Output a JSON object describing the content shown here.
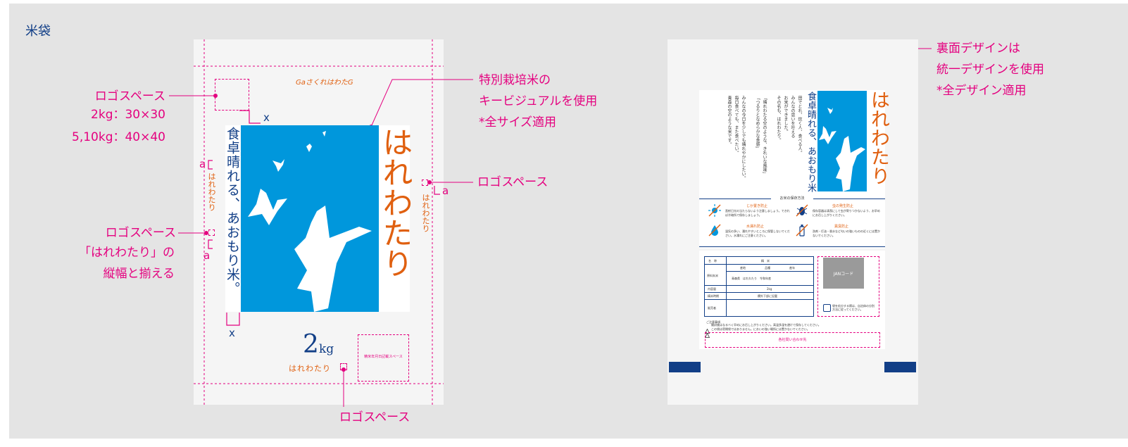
{
  "section_title": "米袋",
  "front": {
    "logo_space_tl_label": "ロゴスペース",
    "logo_size_2kg": "2kg：30×30",
    "logo_size_5kg": "5,10kg：40×40",
    "left_logo_space_label": "ロゴスペース",
    "left_logo_align_1": "「はれわたり」の",
    "left_logo_align_2": "縦幅と揃える",
    "right_logo_space_label": "ロゴスペース",
    "bottom_logo_space_label": "ロゴスペース",
    "keyvisual_label_1": "特別栽培米の",
    "keyvisual_label_2": "キービジュアルを使用",
    "keyvisual_label_3": "*全サイズ適用",
    "mark_x_top": "x",
    "mark_x_bottom": "x",
    "mark_a_left_top": "a",
    "mark_a_left_bottom": "a",
    "mark_a_right": "a",
    "top_brand_script": "GaさくれはわたG",
    "left_vertical_brand": "はれわたり",
    "right_vertical_brand": "はれわたり",
    "catch_copy": "食卓晴れる、あおもり米。",
    "product_name": "はれわたり",
    "weight_number": "2",
    "weight_unit": "kg",
    "bottom_brand": "はれわたり",
    "date_box_label": "精米年月日記載スペース"
  },
  "back": {
    "label_1": "裏面デザインは",
    "label_2": "統一デザインを使用",
    "label_3": "*全デザイン適用",
    "catch_copy": "食卓晴れる、あおもり米。",
    "product_name": "はれわたり",
    "story_col_1": "田でとれ、炊く人、食べる人。",
    "story_col_2": "みんなの思いを叶える",
    "story_col_3": "お米ができました。",
    "story_col_4": "その名も、はれわたり。",
    "story_col_5": "「晴れわたる空のような、きれいな風味」",
    "story_col_6": "「つるりとなめらかな食感」",
    "story_col_7": "みんなの今日を少しでも晴れやかにしたい。",
    "story_col_8": "毎日食べても、また食べたい。",
    "story_col_9": "青森の空のような米です。",
    "storage_title": "お米の保存方法",
    "storage_items": [
      {
        "title": "じか置き防止",
        "text": "直射日光の当たらないよう注意しましょう。できれば冷暗所で保存しましょう。"
      },
      {
        "title": "虫の発生防止",
        "text": "保存容器は清潔にして虫が寄りつかないよう、お早めにお召し上がりください。"
      },
      {
        "title": "水濡れ防止",
        "text": "湿気の多い、濡れやすいところに保管しないでください。水濡れにご注意ください。"
      },
      {
        "title": "異臭防止",
        "text": "洗剤・灯油・香水など匂いの強いものの近くには置かないでください。"
      }
    ],
    "table_rows": [
      {
        "head": "名　称",
        "value": "精　米"
      },
      {
        "head": "原料玄米",
        "value": "青森県　はれわたり　令和年産"
      },
      {
        "head": "内容量",
        "value": "2kg"
      },
      {
        "head": "精米時期",
        "value": "欄外下部に記載"
      },
      {
        "head": "販売者",
        "value": ""
      }
    ],
    "table_sub_headers": [
      "産地",
      "品種",
      "産年"
    ],
    "jan_label": "JANコード",
    "recycle_text": "袋を処分する際は、自治体の分別方法に従ってください。",
    "note_heading": "ご注意事項",
    "note_1": "開封後はなるべく早めにお召し上がりください。高温多湿を避けて保存してください。",
    "note_2": "この袋は密閉袋ではありません。においの強い場所には置かないでください。",
    "contact_label": "各社問い合わせ先"
  },
  "colors": {
    "sky_blue": "#0097dc",
    "orange": "#e06010",
    "navy": "#123f87",
    "pink": "#e4007f",
    "panel": "#e4e4e4"
  }
}
